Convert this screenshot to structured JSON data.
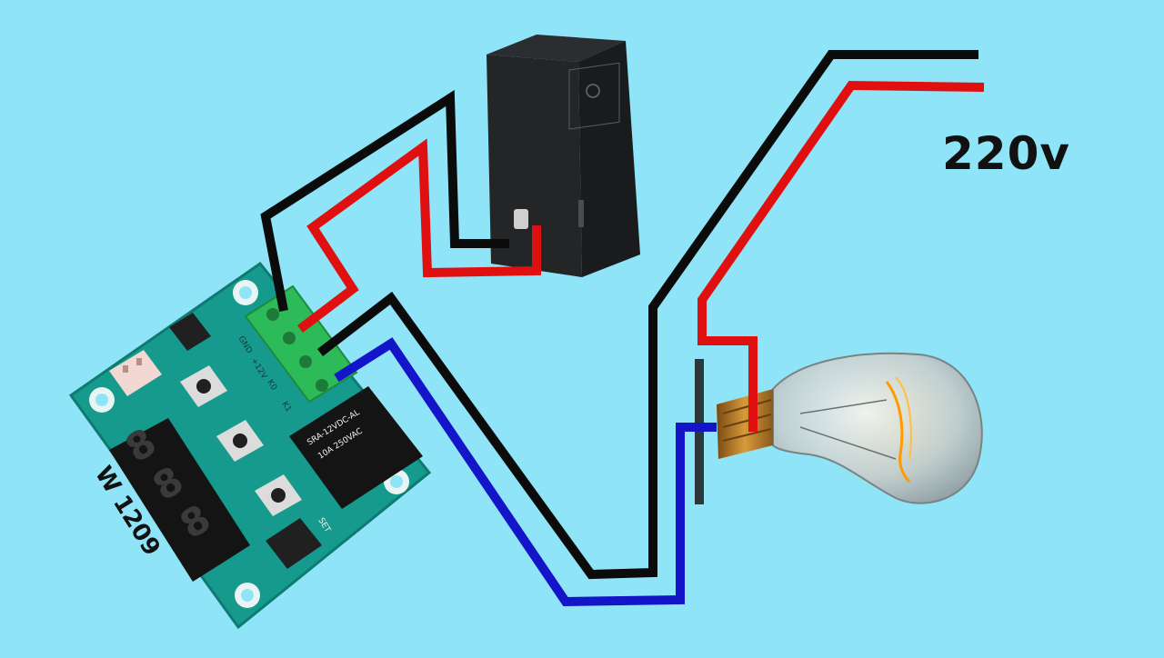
{
  "voltage_label": "220v",
  "board": {
    "model_label": "W 1209",
    "terminal_labels": [
      "GND",
      "+12V",
      "K0",
      "K1"
    ],
    "button_label": "SET",
    "relay_label": "SRA-12VDC-AL",
    "relay_rating": "10A 250VAC",
    "display_digits": [
      "8",
      "8",
      "8"
    ]
  },
  "colors": {
    "background": "#8fe4f8",
    "pcb": "#169a8e",
    "wire_black": "#0b0b0b",
    "wire_red": "#e01010",
    "wire_blue": "#1414c8",
    "terminal": "#2dbb5a",
    "battery": "#232527",
    "bulb_filament": "#ff9a00"
  }
}
